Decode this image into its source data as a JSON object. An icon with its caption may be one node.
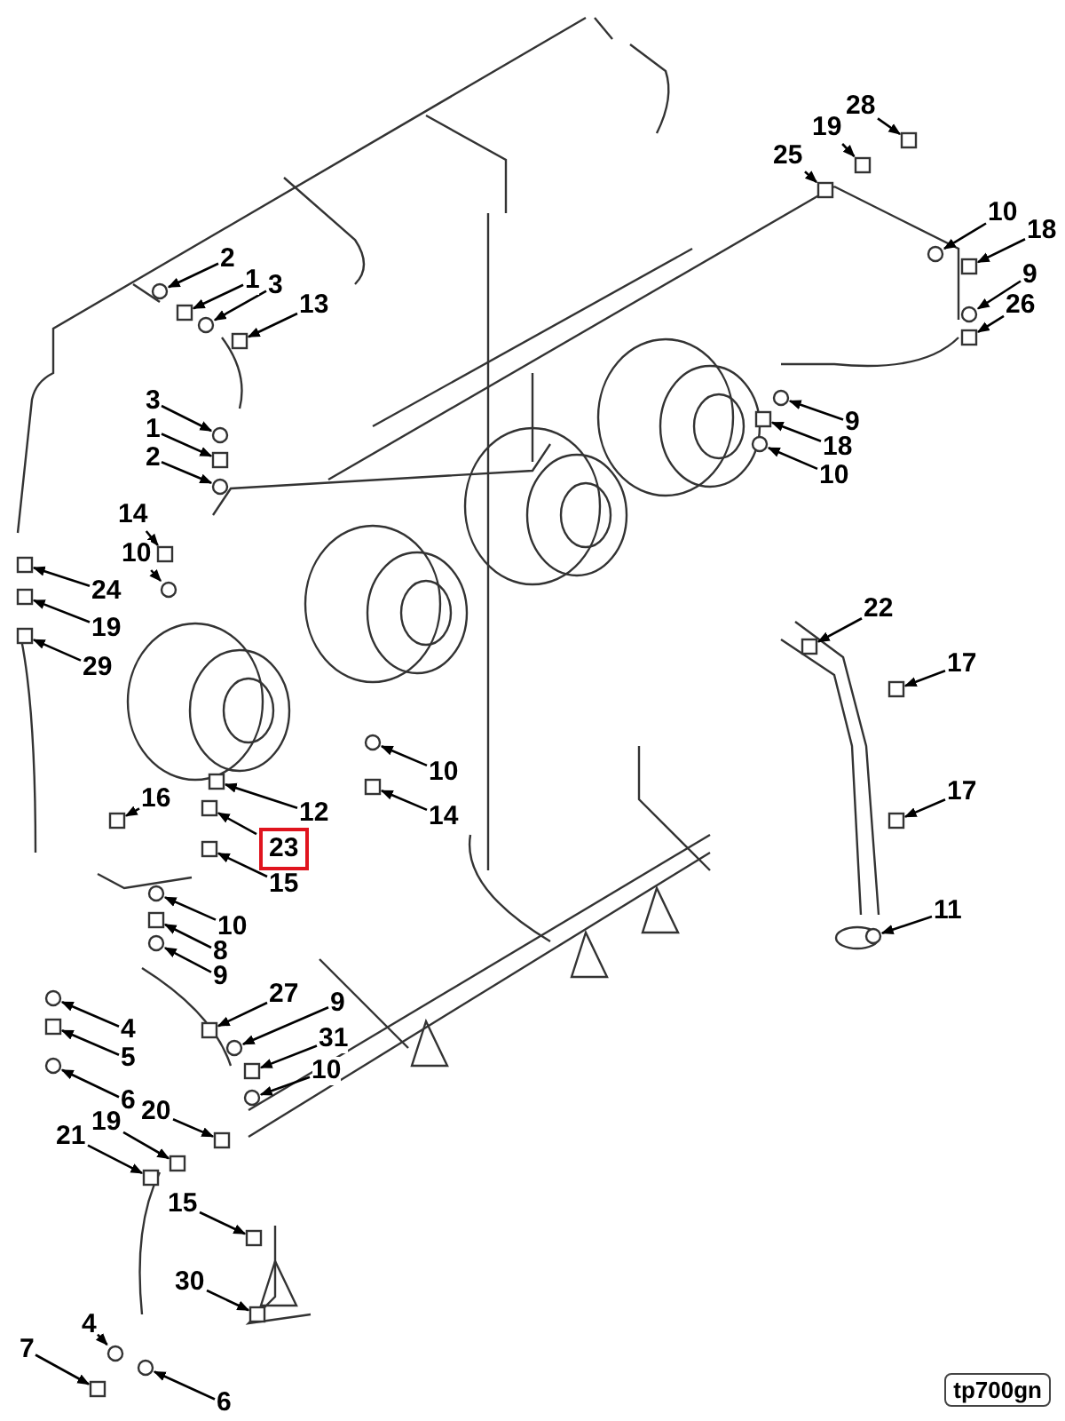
{
  "diagram": {
    "nodes": [
      {
        "text": [
          "28"
        ]
      },
      {
        "text": [
          "19"
        ]
      },
      {
        "text": [
          "25"
        ]
      },
      {
        "text": [
          "2"
        ]
      },
      {
        "text": [
          "1"
        ]
      },
      {
        "text": [
          "3"
        ]
      },
      {
        "text": [
          "13"
        ]
      },
      {
        "text": [
          "10"
        ]
      },
      {
        "text": [
          "18"
        ]
      },
      {
        "text": [
          "9"
        ]
      },
      {
        "text": [
          "26"
        ]
      },
      {
        "text": [
          "3"
        ]
      },
      {
        "text": [
          "1"
        ]
      },
      {
        "text": [
          "2"
        ]
      },
      {
        "text": [
          "9"
        ]
      },
      {
        "text": [
          "18"
        ]
      },
      {
        "text": [
          "10"
        ]
      },
      {
        "text": [
          "14"
        ]
      },
      {
        "text": [
          "10"
        ]
      },
      {
        "text": [
          "24"
        ]
      },
      {
        "text": [
          "19"
        ]
      },
      {
        "text": [
          "29"
        ]
      },
      {
        "text": [
          "22"
        ]
      },
      {
        "text": [
          "17"
        ]
      },
      {
        "text": [
          "10"
        ]
      },
      {
        "text": [
          "14"
        ]
      },
      {
        "text": [
          "16"
        ]
      },
      {
        "text": [
          "12"
        ]
      },
      {
        "text": [
          "23"
        ]
      },
      {
        "text": [
          "15"
        ]
      },
      {
        "text": [
          "17"
        ]
      },
      {
        "text": [
          "11"
        ]
      },
      {
        "text": [
          "10"
        ]
      },
      {
        "text": [
          "8"
        ]
      },
      {
        "text": [
          "9"
        ]
      },
      {
        "text": [
          "27"
        ]
      },
      {
        "text": [
          "4"
        ]
      },
      {
        "text": [
          "9"
        ]
      },
      {
        "text": [
          "31"
        ]
      },
      {
        "text": [
          "5"
        ]
      },
      {
        "text": [
          "10"
        ]
      },
      {
        "text": [
          "6"
        ]
      },
      {
        "text": [
          "20"
        ]
      },
      {
        "text": [
          "19"
        ]
      },
      {
        "text": [
          "21"
        ]
      },
      {
        "text": [
          "15"
        ]
      },
      {
        "text": [
          "30"
        ]
      },
      {
        "text": [
          "4"
        ]
      },
      {
        "text": [
          "7"
        ]
      },
      {
        "text": [
          "6"
        ]
      },
      {
        "text": [],
        "shape": "box"
      },
      {
        "text": [],
        "shape": "box"
      },
      {
        "text": [],
        "shape": "box"
      },
      {
        "text": [],
        "shape": "circle"
      },
      {
        "text": [],
        "shape": "box"
      },
      {
        "text": [],
        "shape": "circle"
      },
      {
        "text": [],
        "shape": "box"
      },
      {
        "text": [],
        "shape": "circle"
      },
      {
        "text": [],
        "shape": "box"
      },
      {
        "text": [],
        "shape": "circle"
      },
      {
        "text": [],
        "shape": "box"
      },
      {
        "text": [],
        "shape": "circle"
      },
      {
        "text": [],
        "shape": "box"
      },
      {
        "text": [],
        "shape": "circle"
      },
      {
        "text": [],
        "shape": "circle"
      },
      {
        "text": [],
        "shape": "box"
      },
      {
        "text": [],
        "shape": "circle"
      },
      {
        "text": [],
        "shape": "box"
      },
      {
        "text": [],
        "shape": "circle"
      },
      {
        "text": [],
        "shape": "box"
      },
      {
        "text": [],
        "shape": "box"
      },
      {
        "text": [],
        "shape": "box"
      },
      {
        "text": [],
        "shape": "box"
      },
      {
        "text": [],
        "shape": "box"
      },
      {
        "text": [],
        "shape": "circle"
      },
      {
        "text": [],
        "shape": "box"
      },
      {
        "text": [],
        "shape": "box"
      },
      {
        "text": [],
        "shape": "box"
      },
      {
        "text": [],
        "shape": "box"
      },
      {
        "text": [],
        "shape": "box"
      },
      {
        "text": [],
        "shape": "box"
      },
      {
        "text": [],
        "shape": "circle"
      },
      {
        "text": [],
        "shape": "circle"
      },
      {
        "text": [],
        "shape": "box"
      },
      {
        "text": [],
        "shape": "circle"
      },
      {
        "text": [],
        "shape": "box"
      },
      {
        "text": [],
        "shape": "circle"
      },
      {
        "text": [],
        "shape": "circle"
      },
      {
        "text": [],
        "shape": "box"
      },
      {
        "text": [],
        "shape": "box"
      },
      {
        "text": [],
        "shape": "circle"
      },
      {
        "text": [],
        "shape": "circle"
      },
      {
        "text": [],
        "shape": "box"
      },
      {
        "text": [],
        "shape": "box"
      },
      {
        "text": [],
        "shape": "box"
      },
      {
        "text": [],
        "shape": "box"
      },
      {
        "text": [],
        "shape": "box"
      },
      {
        "text": [],
        "shape": "circle"
      },
      {
        "text": [],
        "shape": "box"
      },
      {
        "text": [],
        "shape": "circle"
      }
    ],
    "edges": [
      {
        "from": 0,
        "to": 50,
        "arrow": "to"
      },
      {
        "from": 1,
        "to": 51,
        "arrow": "to"
      },
      {
        "from": 2,
        "to": 52,
        "arrow": "to"
      },
      {
        "from": 3,
        "to": 53,
        "arrow": "to"
      },
      {
        "from": 4,
        "to": 54,
        "arrow": "to"
      },
      {
        "from": 5,
        "to": 55,
        "arrow": "to"
      },
      {
        "from": 6,
        "to": 56,
        "arrow": "to"
      },
      {
        "from": 7,
        "to": 57,
        "arrow": "to"
      },
      {
        "from": 8,
        "to": 58,
        "arrow": "to"
      },
      {
        "from": 9,
        "to": 59,
        "arrow": "to"
      },
      {
        "from": 10,
        "to": 60,
        "arrow": "to"
      },
      {
        "from": 11,
        "to": 61,
        "arrow": "to"
      },
      {
        "from": 12,
        "to": 62,
        "arrow": "to"
      },
      {
        "from": 13,
        "to": 63,
        "arrow": "to"
      },
      {
        "from": 14,
        "to": 64,
        "arrow": "to"
      },
      {
        "from": 15,
        "to": 65,
        "arrow": "to"
      },
      {
        "from": 16,
        "to": 66,
        "arrow": "to"
      },
      {
        "from": 17,
        "to": 67,
        "arrow": "to"
      },
      {
        "from": 18,
        "to": 68,
        "arrow": "to"
      },
      {
        "from": 19,
        "to": 69,
        "arrow": "to"
      },
      {
        "from": 20,
        "to": 70,
        "arrow": "to"
      },
      {
        "from": 21,
        "to": 71,
        "arrow": "to"
      },
      {
        "from": 22,
        "to": 72,
        "arrow": "to"
      },
      {
        "from": 23,
        "to": 73,
        "arrow": "to"
      },
      {
        "from": 24,
        "to": 74,
        "arrow": "to"
      },
      {
        "from": 25,
        "to": 75,
        "arrow": "to"
      },
      {
        "from": 26,
        "to": 76,
        "arrow": "to"
      },
      {
        "from": 27,
        "to": 77,
        "arrow": "to"
      },
      {
        "from": 28,
        "to": 78,
        "arrow": "to"
      },
      {
        "from": 29,
        "to": 79,
        "arrow": "to"
      },
      {
        "from": 30,
        "to": 80,
        "arrow": "to"
      },
      {
        "from": 31,
        "to": 81,
        "arrow": "to"
      },
      {
        "from": 32,
        "to": 82,
        "arrow": "to"
      },
      {
        "from": 33,
        "to": 83,
        "arrow": "to"
      },
      {
        "from": 34,
        "to": 84,
        "arrow": "to"
      },
      {
        "from": 35,
        "to": 85,
        "arrow": "to"
      },
      {
        "from": 36,
        "to": 86,
        "arrow": "to"
      },
      {
        "from": 37,
        "to": 87,
        "arrow": "to"
      },
      {
        "from": 38,
        "to": 88,
        "arrow": "to"
      },
      {
        "from": 39,
        "to": 89,
        "arrow": "to"
      },
      {
        "from": 40,
        "to": 90,
        "arrow": "to"
      },
      {
        "from": 41,
        "to": 91,
        "arrow": "to"
      },
      {
        "from": 42,
        "to": 92,
        "arrow": "to"
      },
      {
        "from": 43,
        "to": 93,
        "arrow": "to"
      },
      {
        "from": 44,
        "to": 94,
        "arrow": "to"
      },
      {
        "from": 45,
        "to": 95,
        "arrow": "to"
      },
      {
        "from": 46,
        "to": 96,
        "arrow": "to"
      },
      {
        "from": 47,
        "to": 97,
        "arrow": "to"
      },
      {
        "from": 48,
        "to": 98,
        "arrow": "to"
      },
      {
        "from": 49,
        "to": 99,
        "arrow": "to"
      }
    ],
    "labels": [
      "tp700gn"
    ]
  }
}
